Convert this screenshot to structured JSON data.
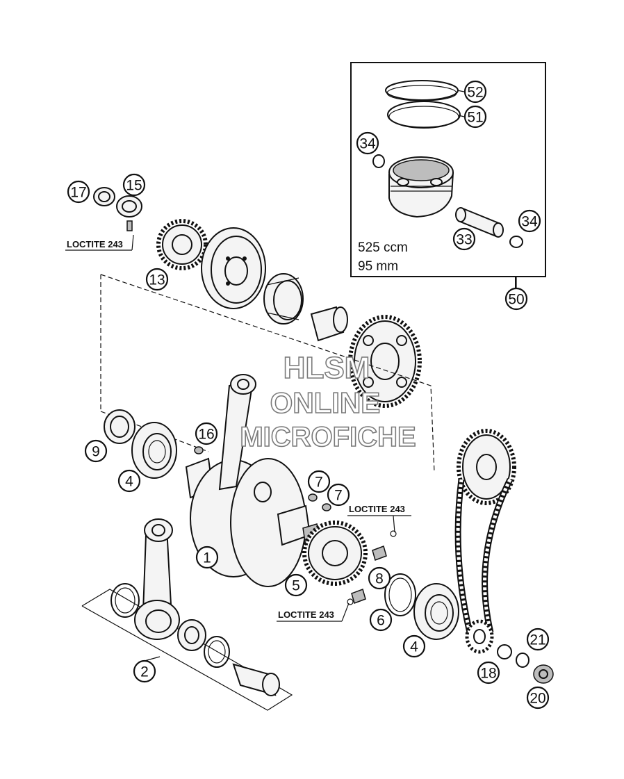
{
  "piston_kit_box": {
    "displacement": "525 ccm",
    "bore": "95 mm"
  },
  "loctite_notes": [
    "LOCTITE 243",
    "LOCTITE 243",
    "LOCTITE 243"
  ],
  "watermark": {
    "line1": "HLSM",
    "line2": "ONLINE",
    "line3": "MICROFICHE"
  },
  "part_numbers": [
    "52",
    "51",
    "34",
    "34",
    "33",
    "50",
    "17",
    "15",
    "13",
    "9",
    "16",
    "4",
    "7",
    "7",
    "1",
    "5",
    "8",
    "6",
    "4",
    "2",
    "21",
    "18",
    "20"
  ]
}
